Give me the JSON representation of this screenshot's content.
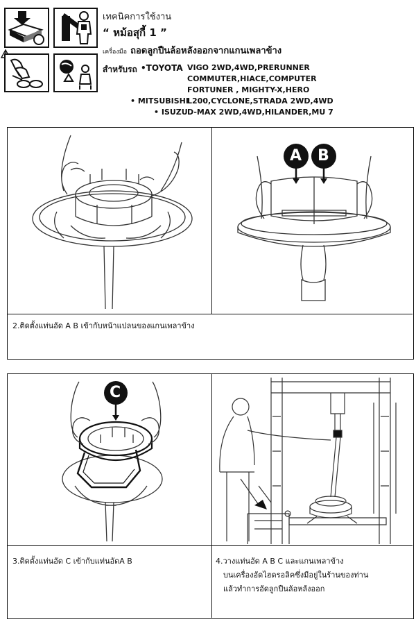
{
  "header": {
    "section_label": "เทคนิคการใช้งาน",
    "product_name": "“ หม้อสุกี้ 1 ”",
    "tool_prefix": "เครื่องมือ",
    "tool_desc": "ถอดลูกปืนล้อหลังออกจากแกนเพลาข้าง",
    "vehicles_label": "สำหรับรถ",
    "makes": [
      {
        "name": "•TOYOTA",
        "models": [
          "VIGO 2WD,4WD,PRERUNNER",
          "COMMUTER,HIACE,COMPUTER",
          "FORTUNER , MIGHTY-X,HERO"
        ]
      },
      {
        "name": "• MITSUBISHI",
        "models": [
          "L200,CYCLONE,STRADA 2WD,4WD"
        ]
      },
      {
        "name": "• ISUZU",
        "models": [
          "D-MAX 2WD,4WD,HILANDER,MU 7"
        ]
      }
    ]
  },
  "icons": {
    "names": [
      "book-icon",
      "safety-gear-icon",
      "warning-triangle-icon",
      "gloves-goggles-icon",
      "recycle-environment-icon"
    ],
    "warning_mark": "!"
  },
  "labels": {
    "a": "A",
    "b": "B",
    "c": "C"
  },
  "steps": {
    "step2": "2.ติดตั้งแท่นอัด A B เข้ากับหน้าแปลนของแกนเพลาข้าง",
    "step3": "3.ติดตั้งแท่นอัด C เข้ากับแท่นอัดA B",
    "step4_lines": [
      "4.วางแท่นอัด A B C และแกนเพลาข้าง",
      "บนเครื่องอัดไฮดรอลิคซึ่งมีอยู่ในร้านของท่าน",
      "แล้วทำการอัดลูกปืนล้อหลังออก"
    ]
  }
}
